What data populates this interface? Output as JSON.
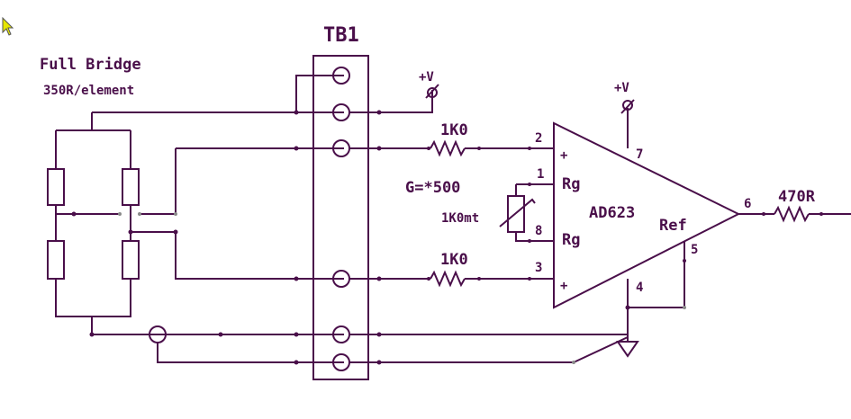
{
  "title": {
    "terminal_block": "TB1",
    "bridge": "Full Bridge",
    "bridge_spec": "350R/element"
  },
  "supply": {
    "left": "+V",
    "amp": "+V"
  },
  "resistors": {
    "r_in_top": "1K0",
    "r_in_bottom": "1K0",
    "r_out": "470R",
    "r_gain": "1K0mt"
  },
  "gain": "G=*500",
  "amp": {
    "name": "AD623",
    "rg_top": "Rg",
    "rg_bottom": "Rg",
    "ref": "Ref",
    "plus_top": "+",
    "plus_bottom": "+",
    "pins": {
      "p1": "1",
      "p2": "2",
      "p3": "3",
      "p4": "4",
      "p5": "5",
      "p6": "6",
      "p7": "7",
      "p8": "8"
    }
  },
  "colors": {
    "line": "#4a0f4a",
    "pointer": "#e6e600"
  }
}
